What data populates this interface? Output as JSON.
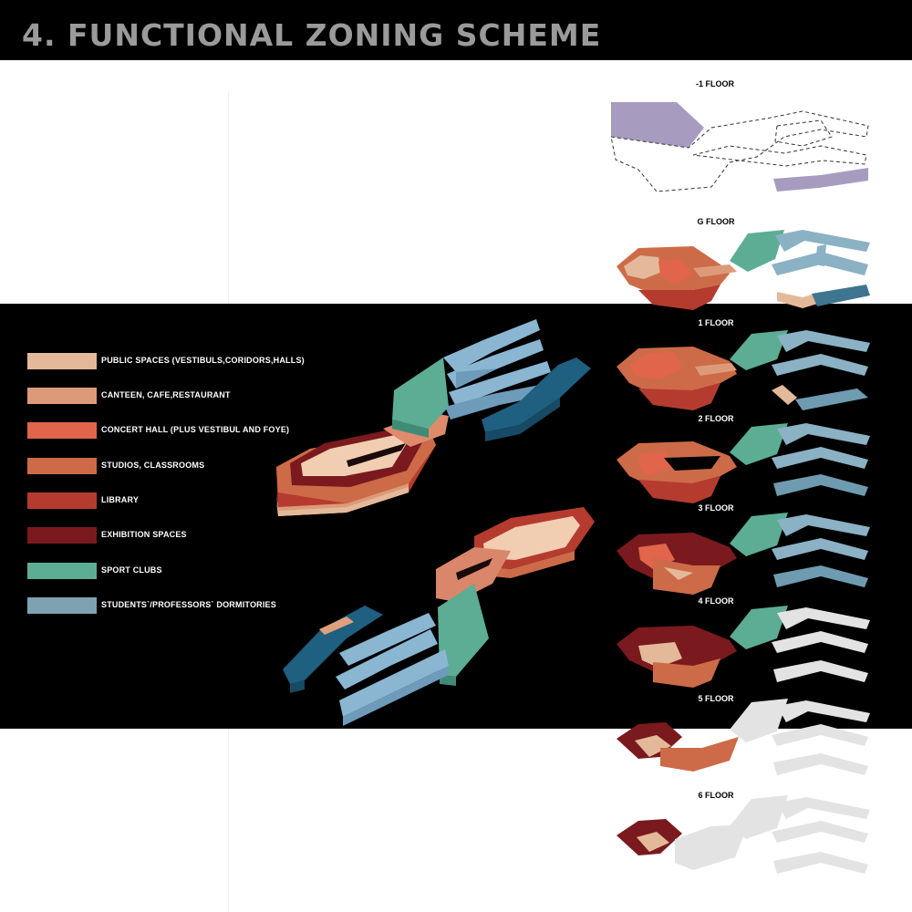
{
  "header": {
    "title": "4. FUNCTIONAL ZONING SCHEME"
  },
  "legend": [
    {
      "label": "PUBLIC SPACES (VESTIBULS,CORIDORS,HALLS)",
      "color": "#e3b99a"
    },
    {
      "label": "CANTEEN, CAFE,RESTAURANT",
      "color": "#dd9a78"
    },
    {
      "label": "CONCERT HALL (PLUS VESTIBUL AND FOYE)",
      "color": "#e0654a"
    },
    {
      "label": "STUDIOS, CLASSROOMS",
      "color": "#cd6b48"
    },
    {
      "label": "LIBRARY",
      "color": "#b63b2f"
    },
    {
      "label": "EXHIBITION  SPACES",
      "color": "#7a1a1e"
    },
    {
      "label": "SPORT CLUBS",
      "color": "#5cad93"
    },
    {
      "label": "STUDENTS`/PROFESSORS` DORMITORIES",
      "color": "#7fa2b2"
    }
  ],
  "floors": [
    {
      "label": "-1 FLOOR"
    },
    {
      "label": "G FLOOR"
    },
    {
      "label": "1 FLOOR"
    },
    {
      "label": "2 FLOOR"
    },
    {
      "label": "3 FLOOR"
    },
    {
      "label": "4 FLOOR"
    },
    {
      "label": "5 FLOOR"
    },
    {
      "label": "6 FLOOR"
    }
  ],
  "colors": {
    "basement": "#a79cc0",
    "inactive": "#e3e3e3",
    "dormitory_dark": "#3e7590",
    "model_dormitory": "#8bb6d1",
    "model_dormitory_dark": "#1f5f80"
  }
}
